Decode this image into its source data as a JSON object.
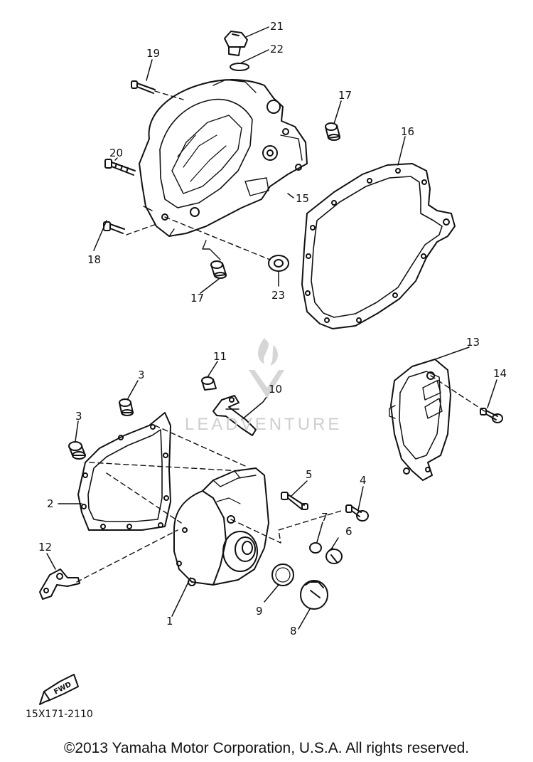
{
  "parts": [
    {
      "id": "p1",
      "number": "1"
    },
    {
      "id": "p2",
      "number": "2"
    },
    {
      "id": "p3a",
      "number": "3"
    },
    {
      "id": "p3b",
      "number": "3"
    },
    {
      "id": "p4",
      "number": "4"
    },
    {
      "id": "p5",
      "number": "5"
    },
    {
      "id": "p6",
      "number": "6"
    },
    {
      "id": "p7",
      "number": "7"
    },
    {
      "id": "p8",
      "number": "8"
    },
    {
      "id": "p9",
      "number": "9"
    },
    {
      "id": "p10",
      "number": "10"
    },
    {
      "id": "p11",
      "number": "11"
    },
    {
      "id": "p12",
      "number": "12"
    },
    {
      "id": "p13",
      "number": "13"
    },
    {
      "id": "p14",
      "number": "14"
    },
    {
      "id": "p15",
      "number": "15"
    },
    {
      "id": "p16",
      "number": "16"
    },
    {
      "id": "p17a",
      "number": "17"
    },
    {
      "id": "p17b",
      "number": "17"
    },
    {
      "id": "p18",
      "number": "18"
    },
    {
      "id": "p19",
      "number": "19"
    },
    {
      "id": "p20",
      "number": "20"
    },
    {
      "id": "p21",
      "number": "21"
    },
    {
      "id": "p22",
      "number": "22"
    },
    {
      "id": "p23",
      "number": "23"
    }
  ],
  "fwd_label": "FWD",
  "diagram_code": "15X171-2110",
  "watermark": "LEADVENTURE",
  "copyright": "©2013 Yamaha Motor Corporation, U.S.A. All rights reserved."
}
